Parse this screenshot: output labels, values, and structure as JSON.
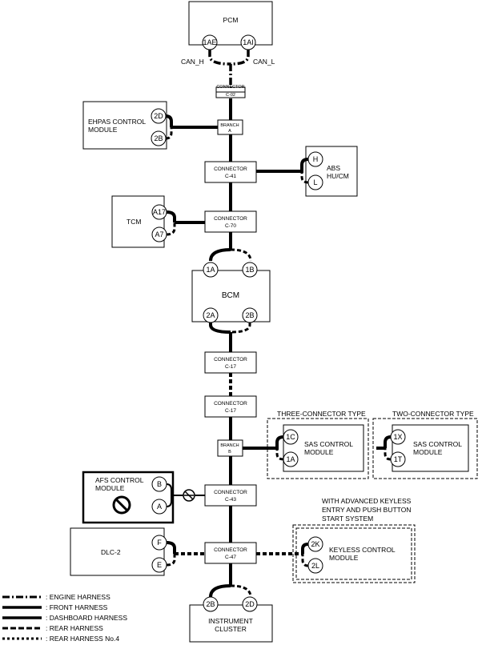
{
  "modules": {
    "pcm": "PCM",
    "ehpas": [
      "EHPAS CONTROL",
      "MODULE"
    ],
    "abs": [
      "ABS",
      "HU/CM"
    ],
    "tcm": "TCM",
    "bcm": "BCM",
    "sas3": [
      "SAS CONTROL",
      "MODULE"
    ],
    "sas2": [
      "SAS CONTROL",
      "MODULE"
    ],
    "afs": [
      "AFS CONTROL",
      "MODULE"
    ],
    "dlc": "DLC-2",
    "keyless": [
      "KEYLESS CONTROL",
      "MODULE"
    ],
    "cluster": [
      "INSTRUMENT",
      "CLUSTER"
    ]
  },
  "signals": {
    "can_h": "CAN_H",
    "can_l": "CAN_L"
  },
  "connectors": {
    "c02": [
      "CONNECTOR",
      "C-02"
    ],
    "c41": [
      "CONNECTOR",
      "C-41"
    ],
    "c70": [
      "CONNECTOR",
      "C-70"
    ],
    "c17a": [
      "CONNECTOR",
      "C-17"
    ],
    "c17b": [
      "CONNECTOR",
      "C-17"
    ],
    "c43": [
      "CONNECTOR",
      "C-43"
    ],
    "c47": [
      "CONNECTOR",
      "C-47"
    ]
  },
  "branches": {
    "a": [
      "BRANCH",
      "A"
    ],
    "b": [
      "BRANCH",
      "B"
    ]
  },
  "pins": {
    "pcm_h": "1AE",
    "pcm_l": "1AI",
    "ehpas_h": "2D",
    "ehpas_l": "2B",
    "abs_h": "H",
    "abs_l": "L",
    "tcm_h": "A17",
    "tcm_l": "A7",
    "bcm_1a": "1A",
    "bcm_1b": "1B",
    "bcm_2a": "2A",
    "bcm_2b": "2B",
    "sas3_h": "1C",
    "sas3_l": "1A",
    "sas2_h": "1X",
    "sas2_l": "1T",
    "afs_h": "B",
    "afs_l": "A",
    "dlc_h": "F",
    "dlc_l": "E",
    "key_h": "2K",
    "key_l": "2L",
    "ic_h": "2B",
    "ic_l": "2D"
  },
  "options": {
    "three_connector": "THREE-CONNECTOR TYPE",
    "two_connector": "TWO-CONNECTOR TYPE",
    "advanced_keyless": [
      "WITH ADVANCED KEYLESS",
      "ENTRY AND PUSH BUTTON",
      "START SYSTEM"
    ]
  },
  "legend": [
    ": ENGINE HARNESS",
    ": FRONT HARNESS",
    ": DASHBOARD HARNESS",
    ": REAR HARNESS",
    ": REAR HARNESS No.4"
  ]
}
